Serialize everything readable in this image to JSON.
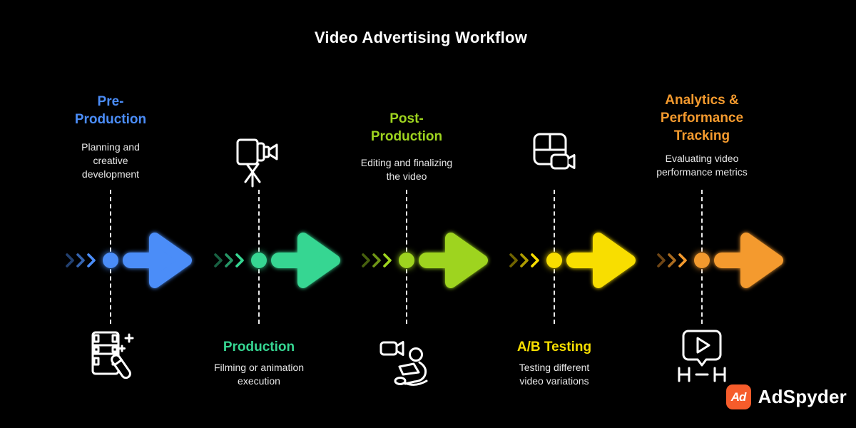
{
  "title": "Video Advertising Workflow",
  "stages": [
    {
      "name": "Pre-Production",
      "title": "Pre-\nProduction",
      "description": "Planning and\ncreative\ndevelopment",
      "color": "#4b8df8",
      "icon": "film-strip-wand-icon",
      "label_position": "top"
    },
    {
      "name": "Production",
      "title": "Production",
      "description": "Filming or animation\nexecution",
      "color": "#36d692",
      "icon": "movie-camera-tripod-icon",
      "label_position": "bottom"
    },
    {
      "name": "Post-Production",
      "title": "Post-\nProduction",
      "description": "Editing and finalizing\nthe video",
      "color": "#9ed41f",
      "icon": "video-editor-person-icon",
      "label_position": "top"
    },
    {
      "name": "A/B Testing",
      "title": "A/B Testing",
      "description": "Testing different\nvideo variations",
      "color": "#f8de00",
      "icon": "split-screen-camera-icon",
      "label_position": "bottom"
    },
    {
      "name": "Analytics & Performance Tracking",
      "title": "Analytics &\nPerformance\nTracking",
      "description": "Evaluating video\nperformance metrics",
      "color": "#f49a2e",
      "icon": "video-player-timeline-icon",
      "label_position": "top"
    }
  ],
  "brand": {
    "logo_monogram": "Ad",
    "name": "AdSpyder",
    "color": "#f65c2b"
  },
  "colors": {
    "background": "#000000",
    "title_text": "#ffffff",
    "description_text": "#e8e8e8",
    "icon_stroke": "#ffffff",
    "dashed_line": "#ffffff"
  }
}
